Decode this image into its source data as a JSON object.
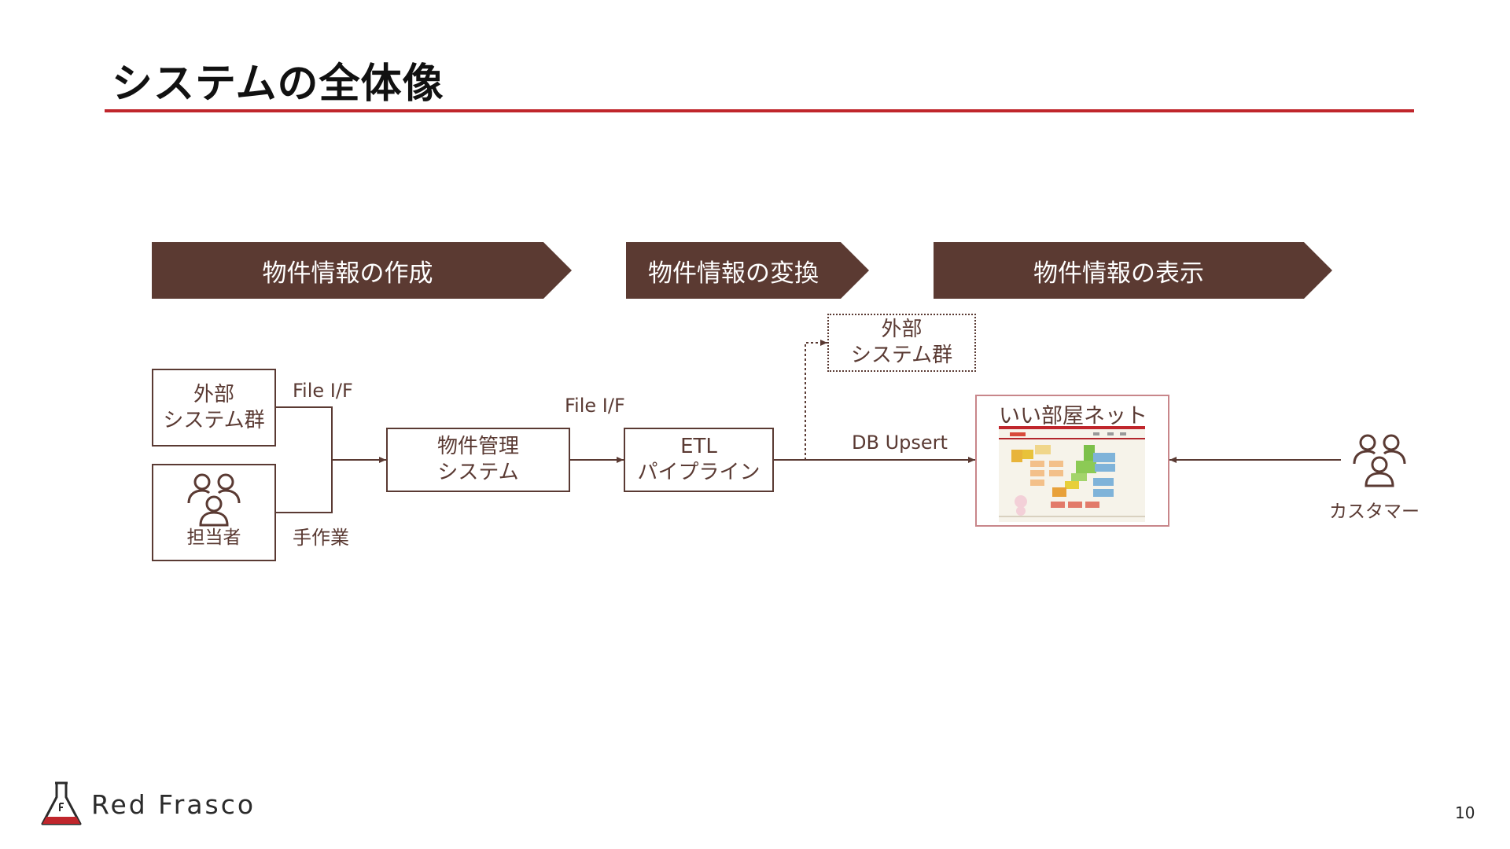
{
  "slide": {
    "title": "システムの全体像",
    "page_number": "10"
  },
  "stages": [
    {
      "label": "物件情報の作成"
    },
    {
      "label": "物件情報の変換"
    },
    {
      "label": "物件情報の表示"
    }
  ],
  "nodes": {
    "external_left": {
      "line1": "外部",
      "line2": "システム群"
    },
    "staff": {
      "label": "担当者"
    },
    "property_mgmt": {
      "line1": "物件管理",
      "line2": "システム"
    },
    "etl": {
      "line1": "ETL",
      "line2": "パイプライン"
    },
    "external_top": {
      "line1": "外部",
      "line2": "システム群"
    },
    "site": {
      "title": "いい部屋ネット"
    },
    "customer": {
      "label": "カスタマー"
    }
  },
  "edges": {
    "file_if_1": "File I/F",
    "manual": "手作業",
    "file_if_2": "File I/F",
    "db_upsert": "DB Upsert"
  },
  "footer": {
    "brand": "Red Frasco"
  },
  "colors": {
    "accent_red": "#c0262c",
    "chevron_brown": "#5b3a32",
    "line_brown": "#5a3a33"
  }
}
